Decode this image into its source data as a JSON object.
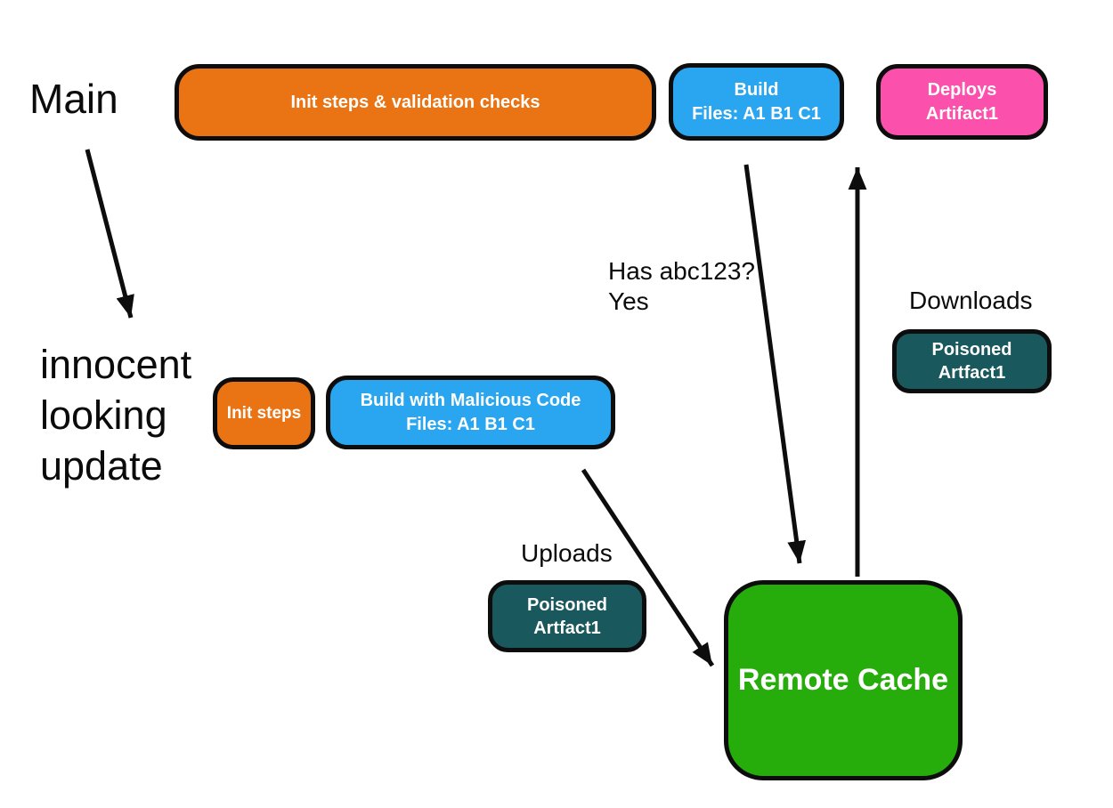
{
  "colors": {
    "orange": "#ea7414",
    "blue": "#2aa5f0",
    "pink": "#fb50ab",
    "teal": "#19585c",
    "green": "#26ad0b",
    "outline": "#0d0d0d",
    "text": "#0b0b0b"
  },
  "lanes": {
    "main": {
      "label": "Main",
      "nodes": {
        "init_validation": {
          "label": "Init steps & validation checks"
        },
        "build": {
          "line1": "Build",
          "line2": "Files: A1 B1 C1"
        },
        "deploys": {
          "line1": "Deploys",
          "line2": "Artifact1"
        }
      }
    },
    "update": {
      "label_line1": "innocent",
      "label_line2": "looking",
      "label_line3": "update",
      "nodes": {
        "init_steps": {
          "label": "Init steps"
        },
        "build_malicious": {
          "line1": "Build with Malicious Code",
          "line2": "Files: A1 B1 C1"
        }
      }
    }
  },
  "annotations": {
    "cache_query_line1": "Has abc123?",
    "cache_query_line2": "Yes",
    "downloads": "Downloads",
    "uploads": "Uploads"
  },
  "artifacts": {
    "download": {
      "line1": "Poisoned",
      "line2": "Artfact1"
    },
    "upload": {
      "line1": "Poisoned",
      "line2": "Artfact1"
    }
  },
  "cache": {
    "label": "Remote Cache"
  }
}
